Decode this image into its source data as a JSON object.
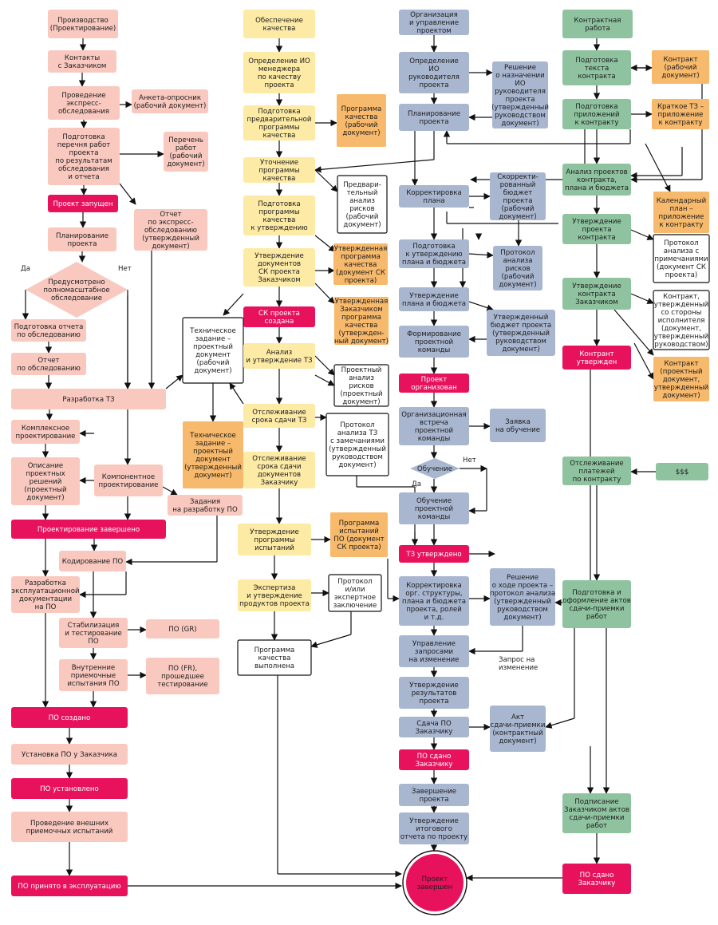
{
  "colors": {
    "pink": "#f9c9c0",
    "magenta": "#e8125c",
    "yellow": "#fdeaa5",
    "orange": "#f7b96b",
    "blue": "#a9b6d0",
    "green": "#8fc3a0",
    "white": "#ffffff",
    "line": "#111111"
  },
  "nodes": {
    "n1": "Производство\n(Проектирование)",
    "n2": "Контакты\nс Заказчиком",
    "n3": "Проведение\nэкспресс-\nобследования",
    "n4": "Анкета-опросник\n(рабочий документ)",
    "n5": "Подготовка\nперечня работ\nпроекта\nпо результатам\nобследования\nи отчета",
    "n6": "Перечень\nработ\n(рабочий\nдокумент)",
    "n7": "Проект запущен",
    "n8": "Отчет\nпо экспресс-\nобследованию\n(утвержденный\nдокумент)",
    "n9": "Планирование\nпроекта",
    "n10": "Предусмотрено\nполномасштабное\nобследование",
    "n11": "Подготовка отчета\nпо обследованию",
    "n12": "Отчет\nпо обследованию",
    "n13": "Разработка ТЗ",
    "n14": "Комплексное\nпроектирование",
    "n15": "Описание\nпроектных\nрешений\n(проектный\nдокумент)",
    "n16": "Компонентное\nпроектирование",
    "n17": "Задания\nна разработку ПО",
    "n18": "Проектирование завершено",
    "n19": "Кодирование ПО",
    "n20": "Разработка\nэксплуатационной\nдокументации\nна ПО",
    "n21": "Стабилизация\nи тестирование\nПО",
    "n22": "ПО (GR)",
    "n23": "Внутренние\nприемочные\nиспытания ПО",
    "n24": "ПО (FR),\nпрошедшее\nтестирование",
    "n25": "ПО создано",
    "n26": "Установка ПО у Заказчика",
    "n27": "ПО установлено",
    "n28": "Проведение внешних\nприемочных испытаний",
    "n29": "ПО принято в эксплуатацию",
    "q1": "Обеспечение\nкачества",
    "q2": "Определение ИО\nменеджера\nпо качеству\nпроекта",
    "q3": "Подготовка\nпредварительной\nпрограммы\nкачества",
    "q4": "Программа\nкачества\n(рабочий\nдокумент)",
    "q5": "Уточнение\nпрограммы\nкачества",
    "q6": "Предвари-\nтельный\nанализ\nрисков\n(рабочий\nдокумент)",
    "q7": "Подготовка\nпрограммы\nкачества\nк утверждению",
    "q8": "Утвержденная\nпрограмма\nкачества\n(документ СК\nпроекта)",
    "q9": "Утверждение\nдокументов\nСК проекта\nЗаказчиком",
    "q10": "Утвержденная\nЗаказчиком\nпрограмма\nкачества\n(утвержден-\nный документ)",
    "q11": "СК проекта\nсоздана",
    "q12": "Техническое\nзадание –\nпроектный\nдокумент\n(рабочий\nдокумент)",
    "q13": "Анализ\nи утверждение ТЗ",
    "q14": "Проектный\nанализ\nрисков\n(проектный\nдокумент)",
    "q15": "Отслеживание\nсрока сдачи ТЗ",
    "q16": "Протокол\nанализа ТЗ\nс замечаниями\n(утвержденный\nруководством\nдокумент)",
    "q17": "Техническое\nзадание –\nпроектный\nдокумент\n(утвержденный\nдокумент)",
    "q18": "Отслеживание\nсрока сдачи\nдокументов\nЗаказчику",
    "q19": "Утверждение\nпрограммы\nиспытаний",
    "q20": "Программа\nиспытаний\nПО (документ\nСК проекта)",
    "q21": "Экспертиза\nи утверждение\nпродуктов проекта",
    "q22": "Протокол\nи/или\nэкспертное\nзаключение",
    "q23": "Программа\nкачества\nвыполнена",
    "o1": "Организация\nи управление\nпроектом",
    "o2": "Определение\nИО\nруководителя\nпроекта",
    "o3": "Решение\nо назначении\nИО\nруководителя\nпроекта\n(утвержденный\nруководством\nдокумент)",
    "o4": "Планирование\nпроекта",
    "o5": "Корректировка\nплана",
    "o6": "Скорректи-\nрованный\nбюджет\nпроекта\n(рабочий\nдокумент)",
    "o7": "Подготовка\nк утверждению\nплана и бюджета",
    "o8": "Протокол\nанализа\nрисков\n(рабочий\nдокумент)",
    "o9": "Утверждение\nплана и бюджета",
    "o10": "Утвержденный\nбюджет проекта\n(утвержденный\nруководством\nдокумент)",
    "o11": "Формирование\nпроектной\nкоманды",
    "o12": "Проект\nорганизован",
    "o13": "Организационная\nвстреча\nпроектной\nкоманды",
    "o14": "Заявка\nна обучение",
    "o15": "Обучение",
    "o16": "Обучение\nпроектной\nкоманды",
    "o17": "ТЗ утверждено",
    "o18": "Корректировка\nорг. структуры,\nплана и бюджета\nпроекта, ролей\nи т.д.",
    "o19": "Решение\nо ходе проекта –\nпротокол анализа\n(утвержденный\nруководством\nдокумент)",
    "o20": "Управление\nзапросами\nна изменение",
    "o21": "Утверждение\nрезультатов\nпроекта",
    "o22": "Сдача ПО\nЗаказчику",
    "o23": "Акт\nсдачи-приемки\n(контрактный\nдокумент)",
    "o24": "ПО сдано\nЗаказчику",
    "o25": "Завершение\nпроекта",
    "o26": "Утверждение\nитогового\nотчета по проекту",
    "end": "Проект\nзавершен",
    "c1": "Контрактная\nработа",
    "c2": "Подготовка\nтекста\nконтракта",
    "c3": "Контракт\n(рабочий\nдокумент)",
    "c4": "Подготовка\nприложений\nк контракту",
    "c5": "Краткое ТЗ –\nприложение\nк контракту",
    "c6": "Анализ проектов\nконтракта,\nплана и бюджета",
    "c7": "Календарный\nплан –\nприложение\nк контракту",
    "c8": "Утверждение\nпроекта\nконтракта",
    "c9": "Протокол\nанализа с\nпримечаниями\n(документ СК\nпроекта)",
    "c10": "Утверждение\nконтракта\nЗаказчиком",
    "c11": "Контракт,\nутвержденный\nсо стороны\nисполнителя\n(документ,\nутвержденный\nруководством)",
    "c12": "Контрант\nутвержден",
    "c13": "Контракт\n(проектный\nдокумент,\nутвержденный\nдокумент)",
    "c14": "Отслеживание\nплатежей\nпо контракту",
    "c15": "$$$",
    "c16": "Подготовка и\nоформление актов\nсдачи-приемки\nработ",
    "c17": "Подписание\nЗаказчиком актов\nсдачи-приемки\nработ",
    "c18": "ПО сдано\nЗаказчику"
  },
  "labels": {
    "yes_left": "Да",
    "no_left": "Нет",
    "no_training": "Нет",
    "yes_training": "Да",
    "change_request": "Запрос на\nизменение"
  }
}
